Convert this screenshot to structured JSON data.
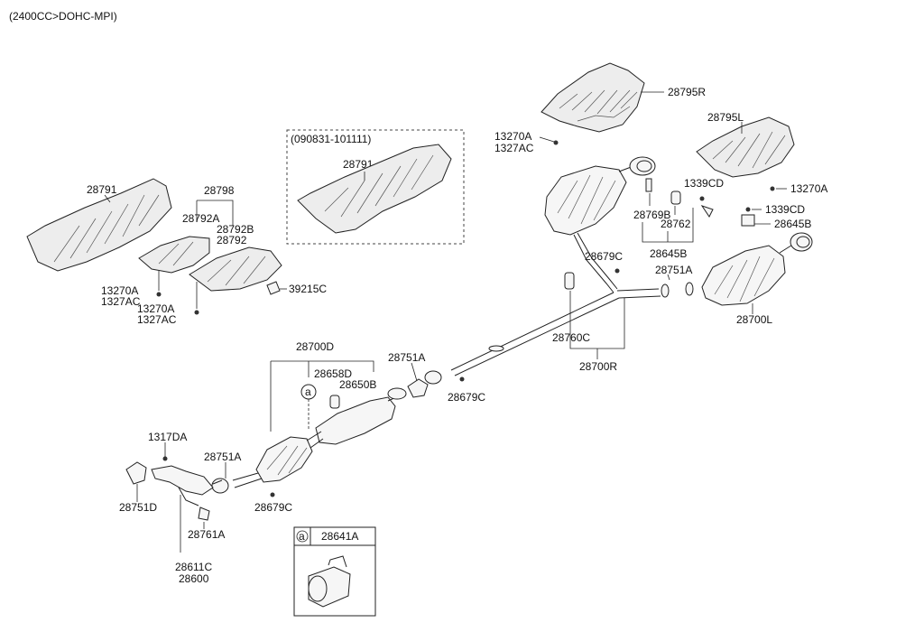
{
  "header": {
    "engine_spec": "(2400CC>DOHC-MPI)"
  },
  "inset_box": {
    "range": "(090831-101111)",
    "part": "28791"
  },
  "callout_box": {
    "marker": "a",
    "part": "28641A"
  },
  "labels": {
    "l28795R": "28795R",
    "l13270A_top": "13270A",
    "l1327AC_top": "1327AC",
    "l28795L": "28795L",
    "l1339CD_a": "1339CD",
    "l13270A_r": "13270A",
    "l1339CD_b": "1339CD",
    "l28645B_r": "28645B",
    "l28769B": "28769B",
    "l28762": "28762",
    "l28645B": "28645B",
    "l28679C_a": "28679C",
    "l28751A_a": "28751A",
    "l28700L": "28700L",
    "l28760C": "28760C",
    "l28700R": "28700R",
    "l28791": "28791",
    "l28798": "28798",
    "l28792A": "28792A",
    "l28792B": "28792B",
    "l28792": "28792",
    "l39215C": "39215C",
    "l13270A_l1": "13270A",
    "l1327AC_l1": "1327AC",
    "l13270A_l2": "13270A",
    "l1327AC_l2": "1327AC",
    "l28700D": "28700D",
    "l28658D": "28658D",
    "l28650B": "28650B",
    "l28751A_b": "28751A",
    "l28679C_b": "28679C",
    "a_marker": "a",
    "l1317DA": "1317DA",
    "l28751A_c": "28751A",
    "l28751D": "28751D",
    "l28679C_c": "28679C",
    "l28761A": "28761A",
    "l28611C": "28611C",
    "l28600": "28600"
  }
}
